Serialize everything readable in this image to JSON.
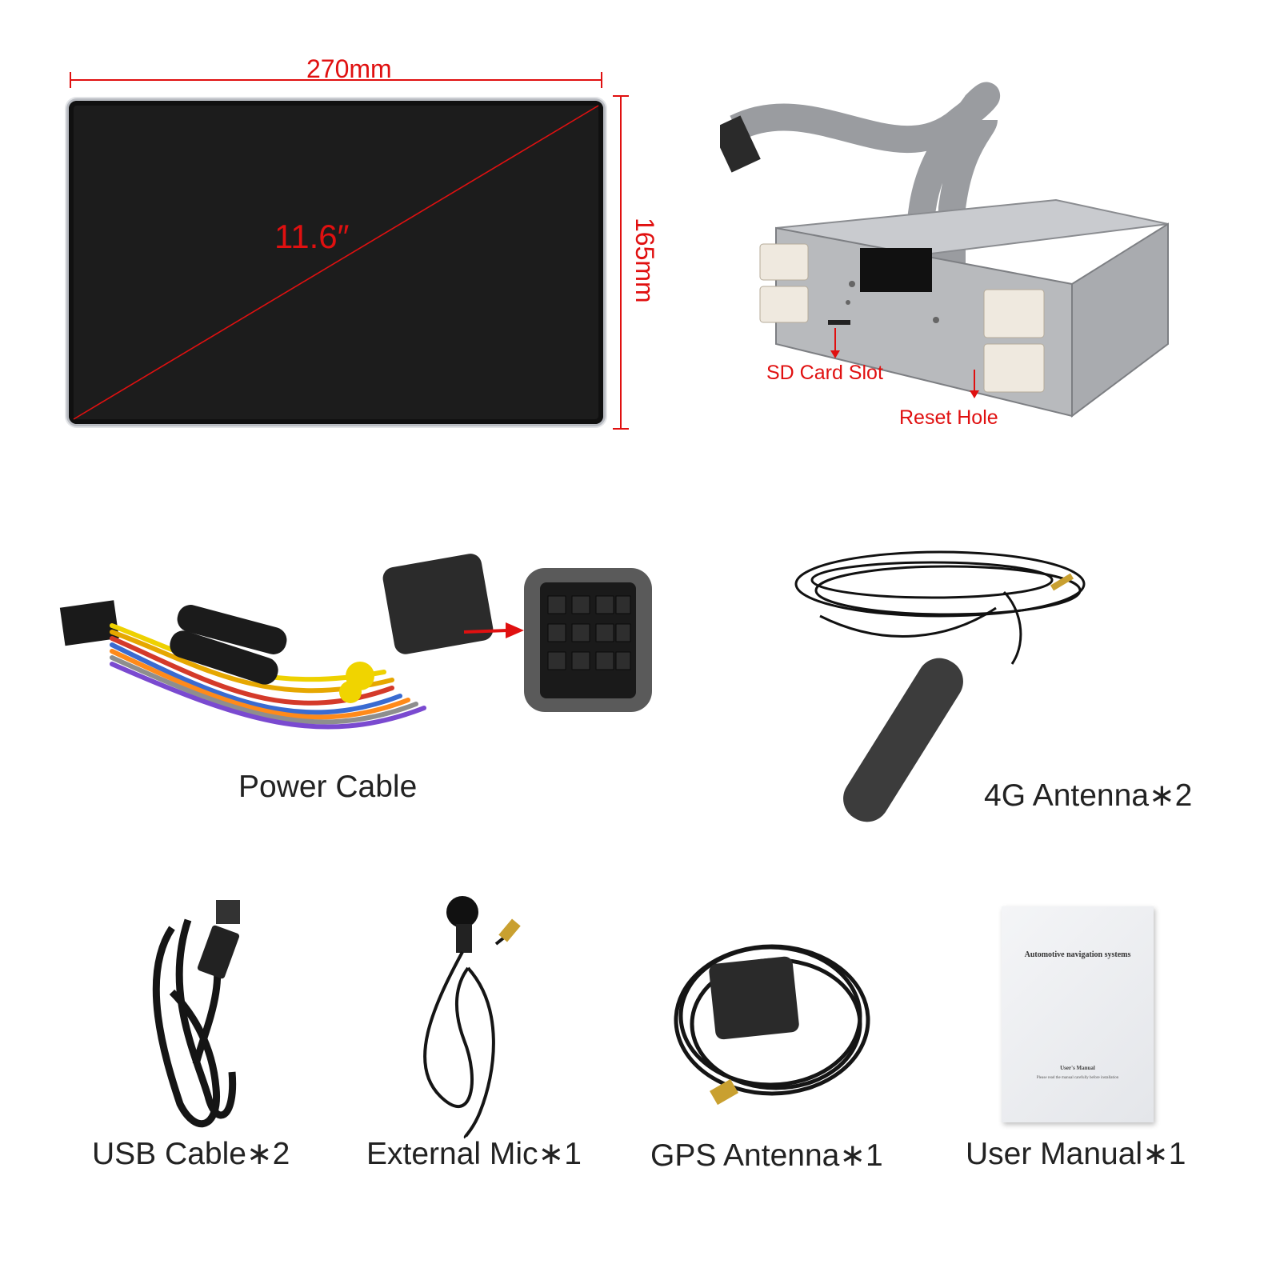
{
  "screen": {
    "width_label": "270mm",
    "height_label": "165mm",
    "diagonal_label": "11.6″"
  },
  "unit": {
    "sd_slot_label": "SD Card Slot",
    "reset_label": "Reset Hole"
  },
  "items": [
    {
      "label": "Power Cable"
    },
    {
      "label": "4G Antenna∗2"
    },
    {
      "label": "USB Cable∗2"
    },
    {
      "label": "External Mic∗1"
    },
    {
      "label": "GPS Antenna∗1"
    },
    {
      "label": "User Manual∗1"
    }
  ],
  "manual_cover": {
    "title": "Automotive navigation systems",
    "subtitle": "User's Manual",
    "note": "Please read the manual carefully before installation"
  },
  "colors": {
    "annotation": "#e01010",
    "screen": "#1c1c1c",
    "background": "#ffffff"
  }
}
